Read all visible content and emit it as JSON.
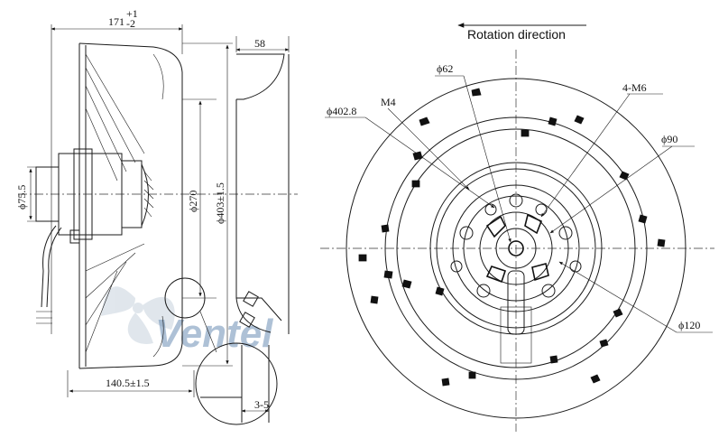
{
  "watermark": {
    "text": "Ventel",
    "color": "#6c8fb5"
  },
  "rotation": {
    "label": "Rotation direction"
  },
  "side_view": {
    "dim_width_main": "171",
    "dim_width_tol_upper": "+1",
    "dim_width_tol_lower": "-2",
    "dim_58": "58",
    "dim_diam_75": "ϕ75.5",
    "dim_diam_270": "ϕ270",
    "dim_diam_403": "ϕ403±1.5",
    "dim_140": "140.5±1.5",
    "dim_3_5": "3-5"
  },
  "front_view": {
    "dim_62": "ϕ62",
    "dim_4m6": "4-M6",
    "dim_402": "ϕ402.8",
    "dim_m4": "M4",
    "dim_90": "ϕ90",
    "dim_120": "ϕ120"
  },
  "colors": {
    "line": "#1a1a1a",
    "watermark_fan": "#c8d3de"
  }
}
